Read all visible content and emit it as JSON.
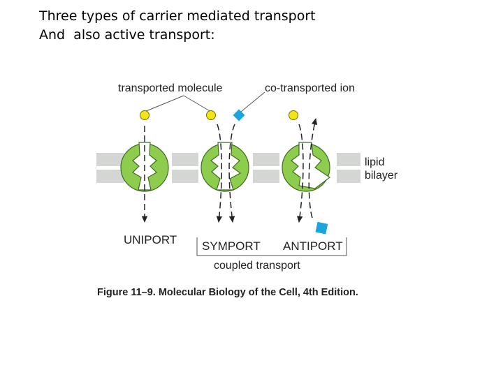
{
  "slide": {
    "title_line1": "Three types of carrier mediated transport",
    "title_line2": "And  also active transport:"
  },
  "figure": {
    "label_transported_molecule": "transported molecule",
    "label_co_transported_ion": "co-transported ion",
    "label_lipid": "lipid",
    "label_bilayer": "bilayer",
    "label_uniport": "UNIPORT",
    "label_symport": "SYMPORT",
    "label_antiport": "ANTIPORT",
    "label_coupled_transport": "coupled transport",
    "caption": "Figure 11–9. Molecular Biology of the Cell, 4th Edition.",
    "colors": {
      "molecule": "#f2e416",
      "ion": "#1aa6dc",
      "carrier": "#8ecc4e",
      "membrane": "#d4d6d4"
    }
  }
}
